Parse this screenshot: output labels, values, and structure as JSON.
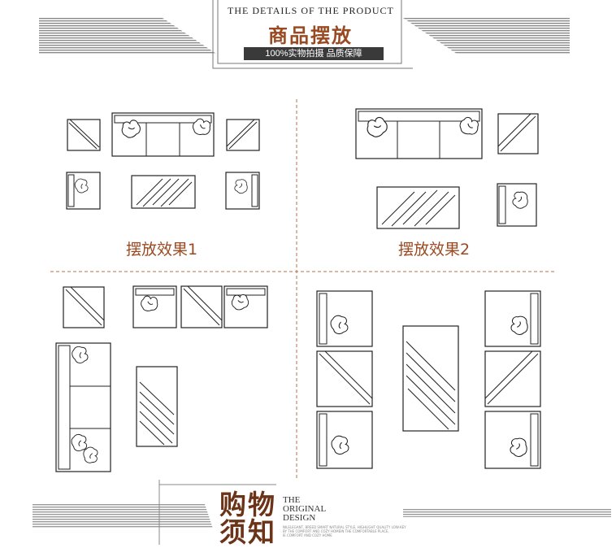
{
  "header": {
    "title_en": "THE DETAILS OF THE PRODUCT",
    "title_cn": "商品摆放",
    "subtitle": "100%实物拍摄 品质保障"
  },
  "layouts": {
    "layout1_caption": "摆放效果1",
    "layout2_caption": "摆放效果2"
  },
  "footer": {
    "title_cn_line1": "购物",
    "title_cn_line2": "须知",
    "title_en_line1": "THE",
    "title_en_line2": "ORIGINAL",
    "title_en_line3": "DESIGN",
    "small_line1": "NILELEGANT, BREED SMART NATURAL STYLE, HIGHLIGHT QUALITY LOW-KEY",
    "small_line2": "BY THE COMFORT AND COZY HOMEIN THE COMFORTABLE PLACE,",
    "small_line3": "IE COMFORT AND COZY HOME"
  },
  "colors": {
    "accent": "#9a4a22",
    "footer_title": "#6b3418",
    "divider": "#b5704a",
    "bar": "#3a3a3a"
  }
}
